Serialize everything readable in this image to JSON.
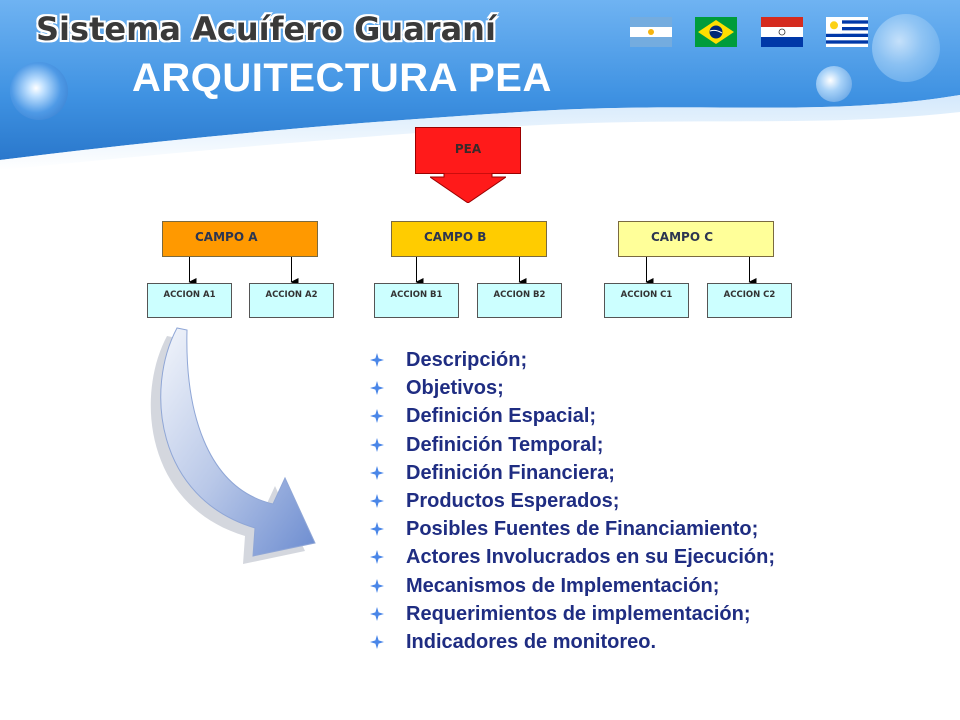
{
  "header": {
    "title": "Sistema Acuífero Guaraní",
    "subtitle": "ARQUITECTURA PEA",
    "flags": [
      "argentina-flag",
      "brazil-flag",
      "paraguay-flag",
      "uruguay-flag"
    ]
  },
  "diagram": {
    "root": {
      "label": "PEA",
      "color": "#ff1a1a"
    },
    "campos": [
      {
        "label": "CAMPO A",
        "color": "#ff9900",
        "acciones": [
          {
            "label": "ACCION A1"
          },
          {
            "label": "ACCION A2"
          }
        ]
      },
      {
        "label": "CAMPO B",
        "color": "#ffcc00",
        "acciones": [
          {
            "label": "ACCION B1"
          },
          {
            "label": "ACCION B2"
          }
        ]
      },
      {
        "label": "CAMPO C",
        "color": "#ffff99",
        "acciones": [
          {
            "label": "ACCION C1"
          },
          {
            "label": "ACCION C2"
          }
        ]
      }
    ],
    "accion_color": "#ccffff"
  },
  "bullets": [
    "Descripción;",
    "Objetivos;",
    "Definición Espacial;",
    "Definición Temporal;",
    "Definición Financiera;",
    "Productos Esperados;",
    "Posibles Fuentes de Financiamiento;",
    "Actores Involucrados en su Ejecución;",
    "Mecanismos de Implementación;",
    "Requerimientos de implementación;",
    "Indicadores de monitoreo."
  ],
  "colors": {
    "header_blue": "#3b8fe0",
    "bullet_text": "#1f2d82",
    "bullet_icon": "#4a86e8"
  }
}
